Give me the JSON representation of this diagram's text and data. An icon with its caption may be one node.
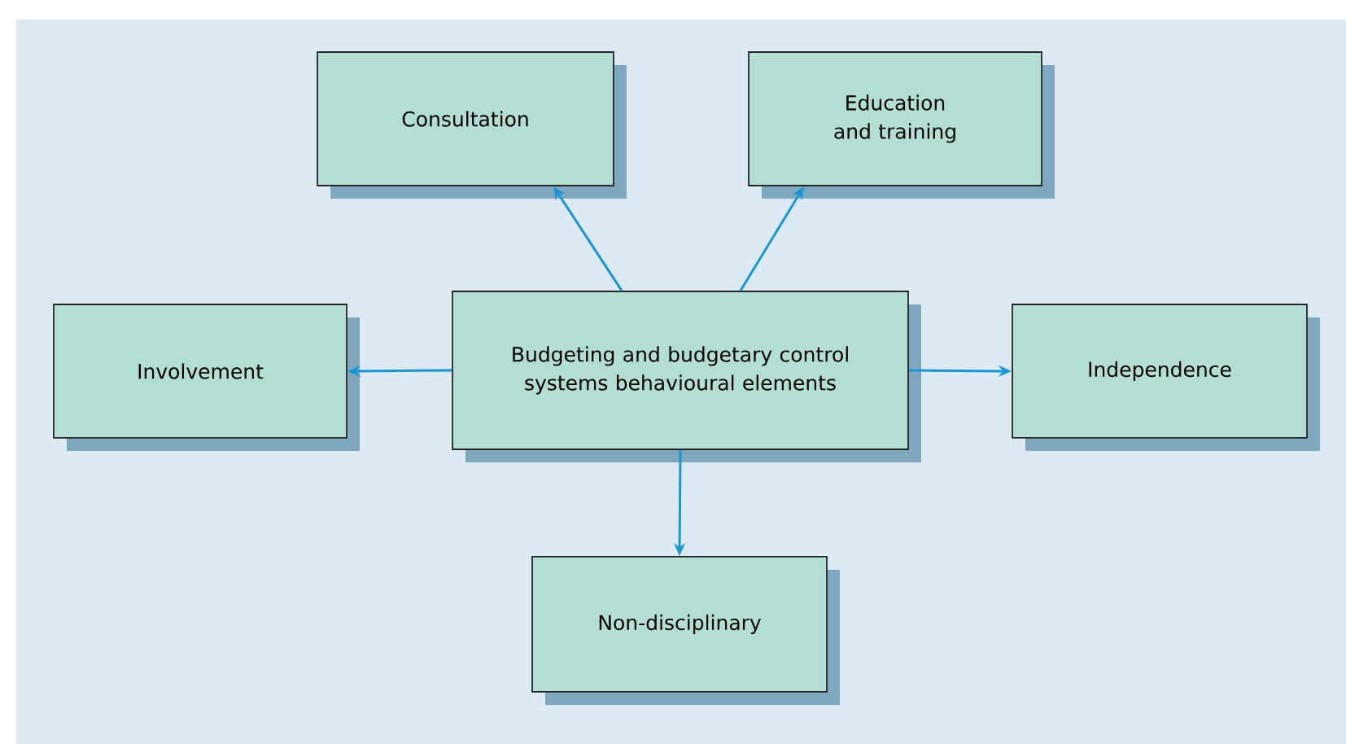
{
  "diagram": {
    "nodes": [
      {
        "text": [
          "Consultation"
        ]
      },
      {
        "text": [
          "Education and training"
        ]
      },
      {
        "text": [
          "Involvement"
        ]
      },
      {
        "text": [
          "Budgeting and budgetary control systems behavioural elements"
        ]
      },
      {
        "text": [
          "Independence"
        ]
      },
      {
        "text": [
          "Non-disciplinary"
        ]
      }
    ],
    "edges": [
      {
        "from": 3,
        "to": 0,
        "arrow": "to"
      },
      {
        "from": 3,
        "to": 1,
        "arrow": "to"
      },
      {
        "from": 3,
        "to": 2,
        "arrow": "to"
      },
      {
        "from": 3,
        "to": 4,
        "arrow": "to"
      },
      {
        "from": 3,
        "to": 5,
        "arrow": "to"
      }
    ]
  }
}
